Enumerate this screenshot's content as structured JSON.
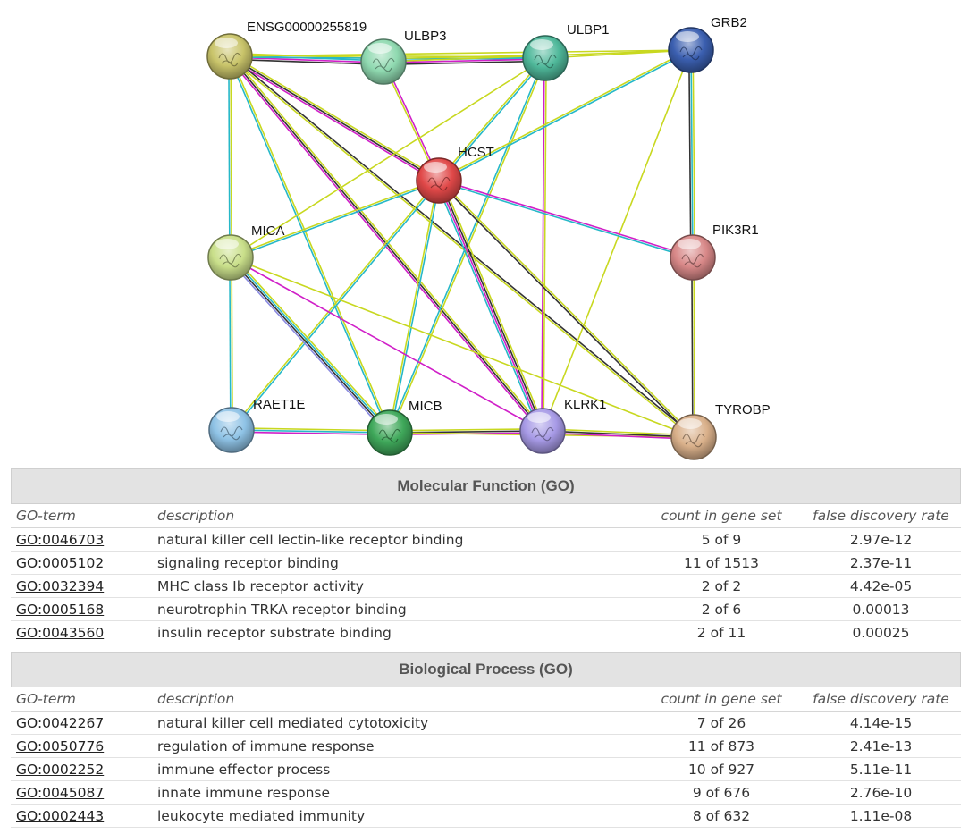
{
  "network": {
    "nodes": [
      {
        "id": "ENSG00000255819",
        "label": "ENSG00000255819",
        "color": "#c9c46a"
      },
      {
        "id": "ULBP3",
        "label": "ULBP3",
        "color": "#8fd9b0"
      },
      {
        "id": "ULBP1",
        "label": "ULBP1",
        "color": "#4fb89a"
      },
      {
        "id": "GRB2",
        "label": "GRB2",
        "color": "#3b5fb0"
      },
      {
        "id": "HCST",
        "label": "HCST",
        "color": "#e04848"
      },
      {
        "id": "MICA",
        "label": "MICA",
        "color": "#c9df8a"
      },
      {
        "id": "PIK3R1",
        "label": "PIK3R1",
        "color": "#d88888"
      },
      {
        "id": "RAET1E",
        "label": "RAET1E",
        "color": "#8fc3e6"
      },
      {
        "id": "MICB",
        "label": "MICB",
        "color": "#3fa85a"
      },
      {
        "id": "KLRK1",
        "label": "KLRK1",
        "color": "#a79ae6"
      },
      {
        "id": "TYROBP",
        "label": "TYROBP",
        "color": "#d9b08a"
      }
    ],
    "edges": [
      {
        "source": "ENSG00000255819",
        "target": "ULBP3",
        "evidence": [
          "#c8d820",
          "#26b8c8",
          "#d020c8",
          "#333333"
        ]
      },
      {
        "source": "ENSG00000255819",
        "target": "ULBP1",
        "evidence": [
          "#c8d820",
          "#26b8c8"
        ]
      },
      {
        "source": "ENSG00000255819",
        "target": "GRB2",
        "evidence": [
          "#c8d820"
        ]
      },
      {
        "source": "ENSG00000255819",
        "target": "HCST",
        "evidence": [
          "#c8d820",
          "#333333",
          "#d020c8"
        ]
      },
      {
        "source": "ENSG00000255819",
        "target": "MICA",
        "evidence": [
          "#c8d820",
          "#26b8c8"
        ]
      },
      {
        "source": "ENSG00000255819",
        "target": "MICB",
        "evidence": [
          "#c8d820",
          "#26b8c8"
        ]
      },
      {
        "source": "ENSG00000255819",
        "target": "KLRK1",
        "evidence": [
          "#c8d820",
          "#333333",
          "#d020c8"
        ]
      },
      {
        "source": "ENSG00000255819",
        "target": "TYROBP",
        "evidence": [
          "#333333",
          "#c8d820"
        ]
      },
      {
        "source": "ULBP3",
        "target": "ULBP1",
        "evidence": [
          "#c8d820",
          "#26b8c8",
          "#d020c8",
          "#333333"
        ]
      },
      {
        "source": "ULBP3",
        "target": "HCST",
        "evidence": [
          "#d020c8",
          "#c8d820"
        ]
      },
      {
        "source": "ULBP3",
        "target": "GRB2",
        "evidence": [
          "#c8d820"
        ]
      },
      {
        "source": "ULBP1",
        "target": "GRB2",
        "evidence": [
          "#c8d820"
        ]
      },
      {
        "source": "ULBP1",
        "target": "HCST",
        "evidence": [
          "#26b8c8",
          "#c8d820"
        ]
      },
      {
        "source": "ULBP1",
        "target": "MICA",
        "evidence": [
          "#c8d820"
        ]
      },
      {
        "source": "ULBP1",
        "target": "MICB",
        "evidence": [
          "#c8d820",
          "#26b8c8"
        ]
      },
      {
        "source": "ULBP1",
        "target": "KLRK1",
        "evidence": [
          "#c8d820",
          "#d020c8"
        ]
      },
      {
        "source": "GRB2",
        "target": "HCST",
        "evidence": [
          "#26b8c8",
          "#c8d820"
        ]
      },
      {
        "source": "GRB2",
        "target": "PIK3R1",
        "evidence": [
          "#c8d820",
          "#26b8c8",
          "#333333"
        ]
      },
      {
        "source": "GRB2",
        "target": "KLRK1",
        "evidence": [
          "#c8d820"
        ]
      },
      {
        "source": "HCST",
        "target": "PIK3R1",
        "evidence": [
          "#d020c8",
          "#26b8c8"
        ]
      },
      {
        "source": "HCST",
        "target": "MICA",
        "evidence": [
          "#26b8c8",
          "#c8d820"
        ]
      },
      {
        "source": "HCST",
        "target": "RAET1E",
        "evidence": [
          "#26b8c8",
          "#c8d820"
        ]
      },
      {
        "source": "HCST",
        "target": "MICB",
        "evidence": [
          "#26b8c8",
          "#c8d820"
        ]
      },
      {
        "source": "HCST",
        "target": "KLRK1",
        "evidence": [
          "#c8d820",
          "#333333",
          "#d020c8",
          "#26b8c8"
        ]
      },
      {
        "source": "HCST",
        "target": "TYROBP",
        "evidence": [
          "#c8d820",
          "#333333"
        ]
      },
      {
        "source": "MICA",
        "target": "RAET1E",
        "evidence": [
          "#c8d820",
          "#26b8c8"
        ]
      },
      {
        "source": "MICA",
        "target": "MICB",
        "evidence": [
          "#c8d820",
          "#26b8c8",
          "#333333",
          "#8a8ae0"
        ]
      },
      {
        "source": "MICA",
        "target": "KLRK1",
        "evidence": [
          "#d020c8"
        ]
      },
      {
        "source": "MICA",
        "target": "TYROBP",
        "evidence": [
          "#c8d820"
        ]
      },
      {
        "source": "PIK3R1",
        "target": "TYROBP",
        "evidence": [
          "#c8d820",
          "#333333"
        ]
      },
      {
        "source": "RAET1E",
        "target": "MICB",
        "evidence": [
          "#c8d820",
          "#26b8c8",
          "#d020c8"
        ]
      },
      {
        "source": "MICB",
        "target": "KLRK1",
        "evidence": [
          "#c8d820",
          "#333333",
          "#d020c8"
        ]
      },
      {
        "source": "MICB",
        "target": "TYROBP",
        "evidence": [
          "#c8d820"
        ]
      },
      {
        "source": "KLRK1",
        "target": "TYROBP",
        "evidence": [
          "#c8d820",
          "#333333",
          "#d020c8"
        ]
      }
    ]
  },
  "molecular_function": {
    "title": "Molecular Function (GO)",
    "columns": [
      "GO-term",
      "description",
      "count in gene set",
      "false discovery rate"
    ],
    "rows": [
      {
        "term": "GO:0046703",
        "description": "natural killer cell lectin-like receptor binding",
        "count": "5 of 9",
        "fdr": "2.97e-12"
      },
      {
        "term": "GO:0005102",
        "description": "signaling receptor binding",
        "count": "11 of 1513",
        "fdr": "2.37e-11"
      },
      {
        "term": "GO:0032394",
        "description": "MHC class Ib receptor activity",
        "count": "2 of 2",
        "fdr": "4.42e-05"
      },
      {
        "term": "GO:0005168",
        "description": "neurotrophin TRKA receptor binding",
        "count": "2 of 6",
        "fdr": "0.00013"
      },
      {
        "term": "GO:0043560",
        "description": "insulin receptor substrate binding",
        "count": "2 of 11",
        "fdr": "0.00025"
      }
    ]
  },
  "biological_process": {
    "title": "Biological Process (GO)",
    "columns": [
      "GO-term",
      "description",
      "count in gene set",
      "false discovery rate"
    ],
    "rows": [
      {
        "term": "GO:0042267",
        "description": "natural killer cell mediated cytotoxicity",
        "count": "7 of 26",
        "fdr": "4.14e-15"
      },
      {
        "term": "GO:0050776",
        "description": "regulation of immune response",
        "count": "11 of 873",
        "fdr": "2.41e-13"
      },
      {
        "term": "GO:0002252",
        "description": "immune effector process",
        "count": "10 of 927",
        "fdr": "5.11e-11"
      },
      {
        "term": "GO:0045087",
        "description": "innate immune response",
        "count": "9 of 676",
        "fdr": "2.76e-10"
      },
      {
        "term": "GO:0002443",
        "description": "leukocyte mediated immunity",
        "count": "8 of 632",
        "fdr": "1.11e-08"
      }
    ]
  }
}
